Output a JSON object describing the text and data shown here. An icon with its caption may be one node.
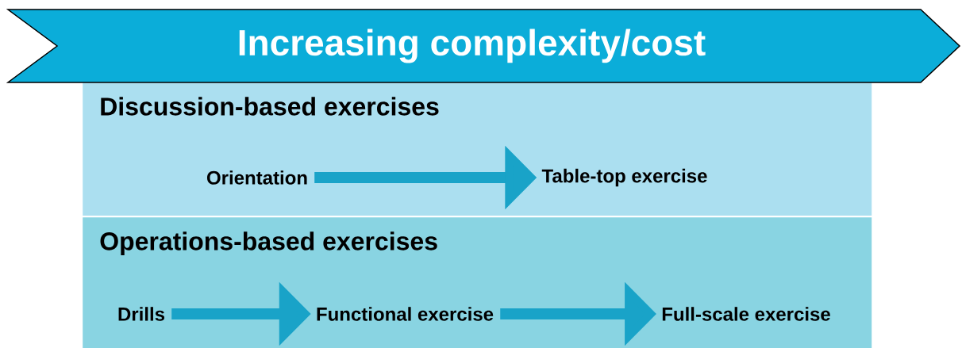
{
  "diagram": {
    "nodes": [
      {
        "text": [
          "Increasing complexity/cost"
        ]
      },
      {
        "text": [
          "Discussion-based exercises"
        ]
      },
      {
        "text": [
          "Orientation"
        ],
        "in": 1
      },
      {
        "text": [
          "Table-top exercise"
        ],
        "in": 1
      },
      {
        "text": [
          "Operations-based exercises"
        ]
      },
      {
        "text": [
          "Drills"
        ],
        "in": 4
      },
      {
        "text": [
          "Functional exercise"
        ],
        "in": 4
      },
      {
        "text": [
          "Full-scale exercise"
        ],
        "in": 4
      }
    ],
    "edges": [
      {
        "from": 2,
        "to": 3,
        "arrow": "to"
      },
      {
        "from": 5,
        "to": 6,
        "arrow": "to"
      },
      {
        "from": 6,
        "to": 7,
        "arrow": "to"
      }
    ]
  }
}
